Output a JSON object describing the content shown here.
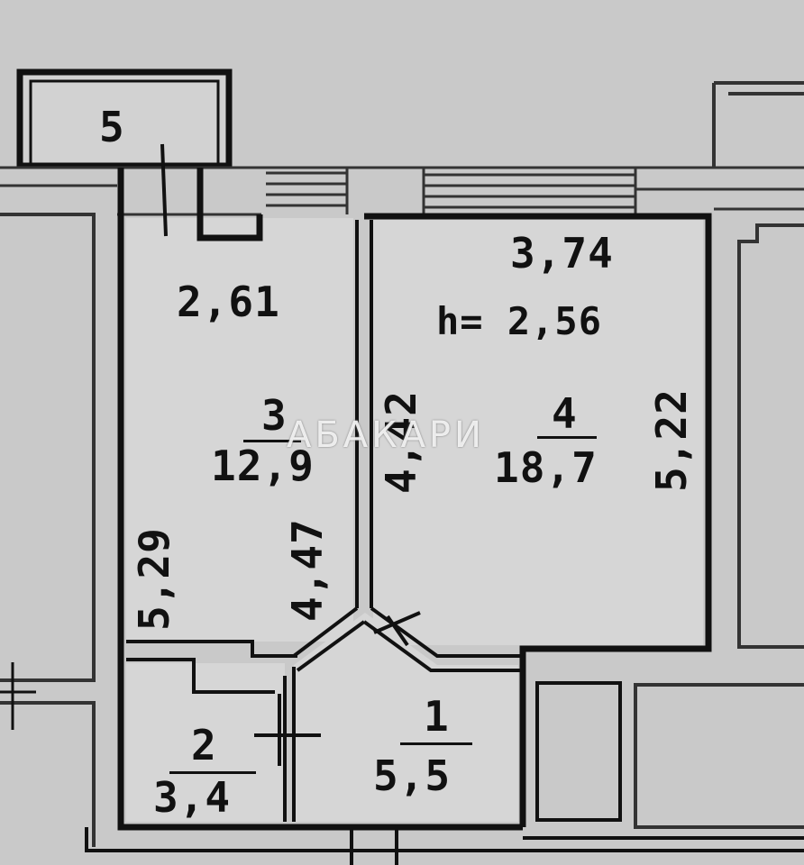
{
  "dimensions": {
    "balcony_no": "5",
    "width_left": "2,61",
    "width_right": "3,74",
    "height_label": "h= 2,56",
    "left_room_depth": "5,29",
    "left_room_inner": "4,47",
    "partition_depth": "4,42",
    "right_room_depth": "5,22"
  },
  "rooms": [
    {
      "number": "3",
      "area": "12,9"
    },
    {
      "number": "4",
      "area": "18,7"
    },
    {
      "number": "2",
      "area": "3,4"
    },
    {
      "number": "1",
      "area": "5,5"
    }
  ],
  "watermark": "АБАКАРИ",
  "colors": {
    "paper": "#c9c9c9",
    "wall": "#111111",
    "fill": "#d6d6d6"
  }
}
